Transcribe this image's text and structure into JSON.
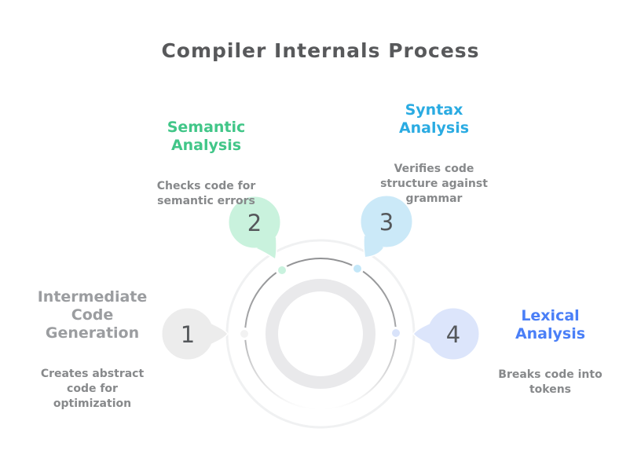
{
  "title": "Compiler Internals Process",
  "steps": [
    {
      "number": "1",
      "heading": "Intermediate\nCode\nGeneration",
      "description": "Creates abstract\ncode for\noptimization",
      "heading_color": "#9b9da0",
      "bubble_color": "#ececec",
      "dot_color": "#f2f2f2"
    },
    {
      "number": "2",
      "heading": "Semantic\nAnalysis",
      "description": "Checks code for\nsemantic errors",
      "heading_color": "#41c688",
      "bubble_color": "#c9f2dd",
      "dot_color": "#c9f2de"
    },
    {
      "number": "3",
      "heading": "Syntax\nAnalysis",
      "description": "Verifies code\nstructure against\ngrammar",
      "heading_color": "#2aabe2",
      "bubble_color": "#cbe9f8",
      "dot_color": "#c4e7f8"
    },
    {
      "number": "4",
      "heading": "Lexical\nAnalysis",
      "description": "Breaks code into\ntokens",
      "heading_color": "#4a7ff7",
      "bubble_color": "#dce5fb",
      "dot_color": "#d9e3fa"
    }
  ],
  "colors": {
    "title_text": "#58595b",
    "description_text": "#87898b",
    "number_text": "#55585b",
    "orbit_gray": "#97989a",
    "thick_ring_gray": "#e9e9eb",
    "outer_circle": "#f0f1f2",
    "background": "#ffffff"
  }
}
